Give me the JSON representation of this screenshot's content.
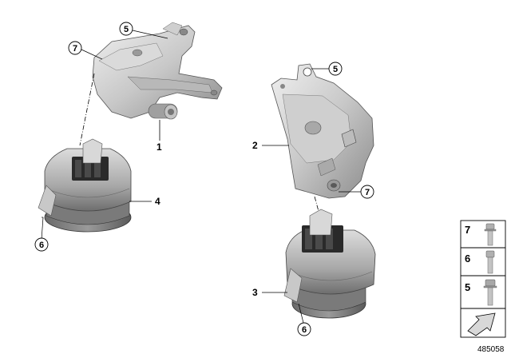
{
  "diagram_id": "485058",
  "labels": {
    "part1": "1",
    "part2": "2",
    "part3": "3",
    "part4": "4",
    "callout5_top": "5",
    "callout5_right": "5",
    "callout6_left": "6",
    "callout6_right": "6",
    "callout7_left": "7",
    "callout7_right": "7"
  },
  "legend": {
    "items": [
      {
        "num": "7",
        "icon": "bolt-flanged-icon"
      },
      {
        "num": "6",
        "icon": "bolt-stud-icon"
      },
      {
        "num": "5",
        "icon": "bolt-hex-icon"
      }
    ],
    "arrow_icon": "orientation-arrow-icon"
  },
  "colors": {
    "part_light": "#e4e4e4",
    "part_mid": "#bcbcbc",
    "part_dark": "#7a7a7a",
    "rubber": "#2b2b2b",
    "line": "#000000"
  }
}
